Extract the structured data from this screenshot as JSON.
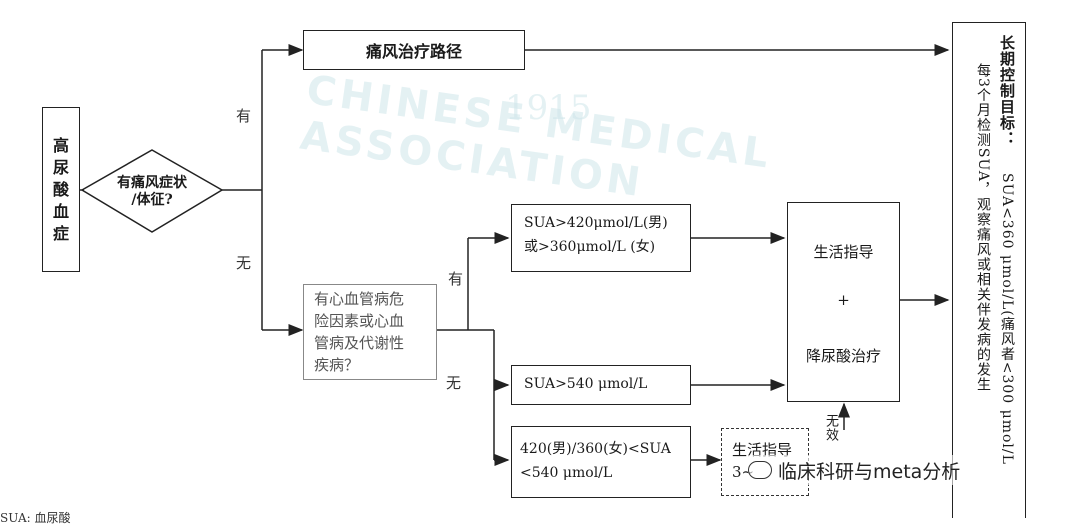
{
  "nodes": {
    "hyperuricemia": "高\n尿\n酸\n血\n症",
    "gout_symptom_q": "有痛风症状\n/体征?",
    "gout_path": "痛风治疗路径",
    "cv_risk_q": "有心血管病危\n险因素或心血\n管病及代谢性\n疾病？",
    "sua_high": "SUA>420μmol/L(男)\n或>360μmol/L (女)",
    "sua_540": "SUA>540 μmol/L",
    "sua_mid": "420(男)/360(女)<SUA\n<540 μmol/L",
    "lifestyle_treat_1": "生活指导",
    "lifestyle_treat_plus": "+",
    "lifestyle_treat_2": "降尿酸治疗",
    "lifestyle_3": "生活指导\n3~",
    "goal_title": "长期控制目标：",
    "goal_text1": "SUA<360 μmol/L(痛风者<300 μmol/L",
    "goal_text2": "每3个月检测SUA，观察痛风或相关伴发病的发生"
  },
  "edge_labels": {
    "yes1": "有",
    "no1": "无",
    "yes2": "有",
    "no2": "无",
    "ineffective": "无效"
  },
  "watermark": {
    "year": "1915",
    "assoc": "CHINESE MEDICAL ASSOCIATION"
  },
  "footer": {
    "brand": "临床科研与meta分析",
    "bottom_cut": "SUA: 血尿酸"
  }
}
